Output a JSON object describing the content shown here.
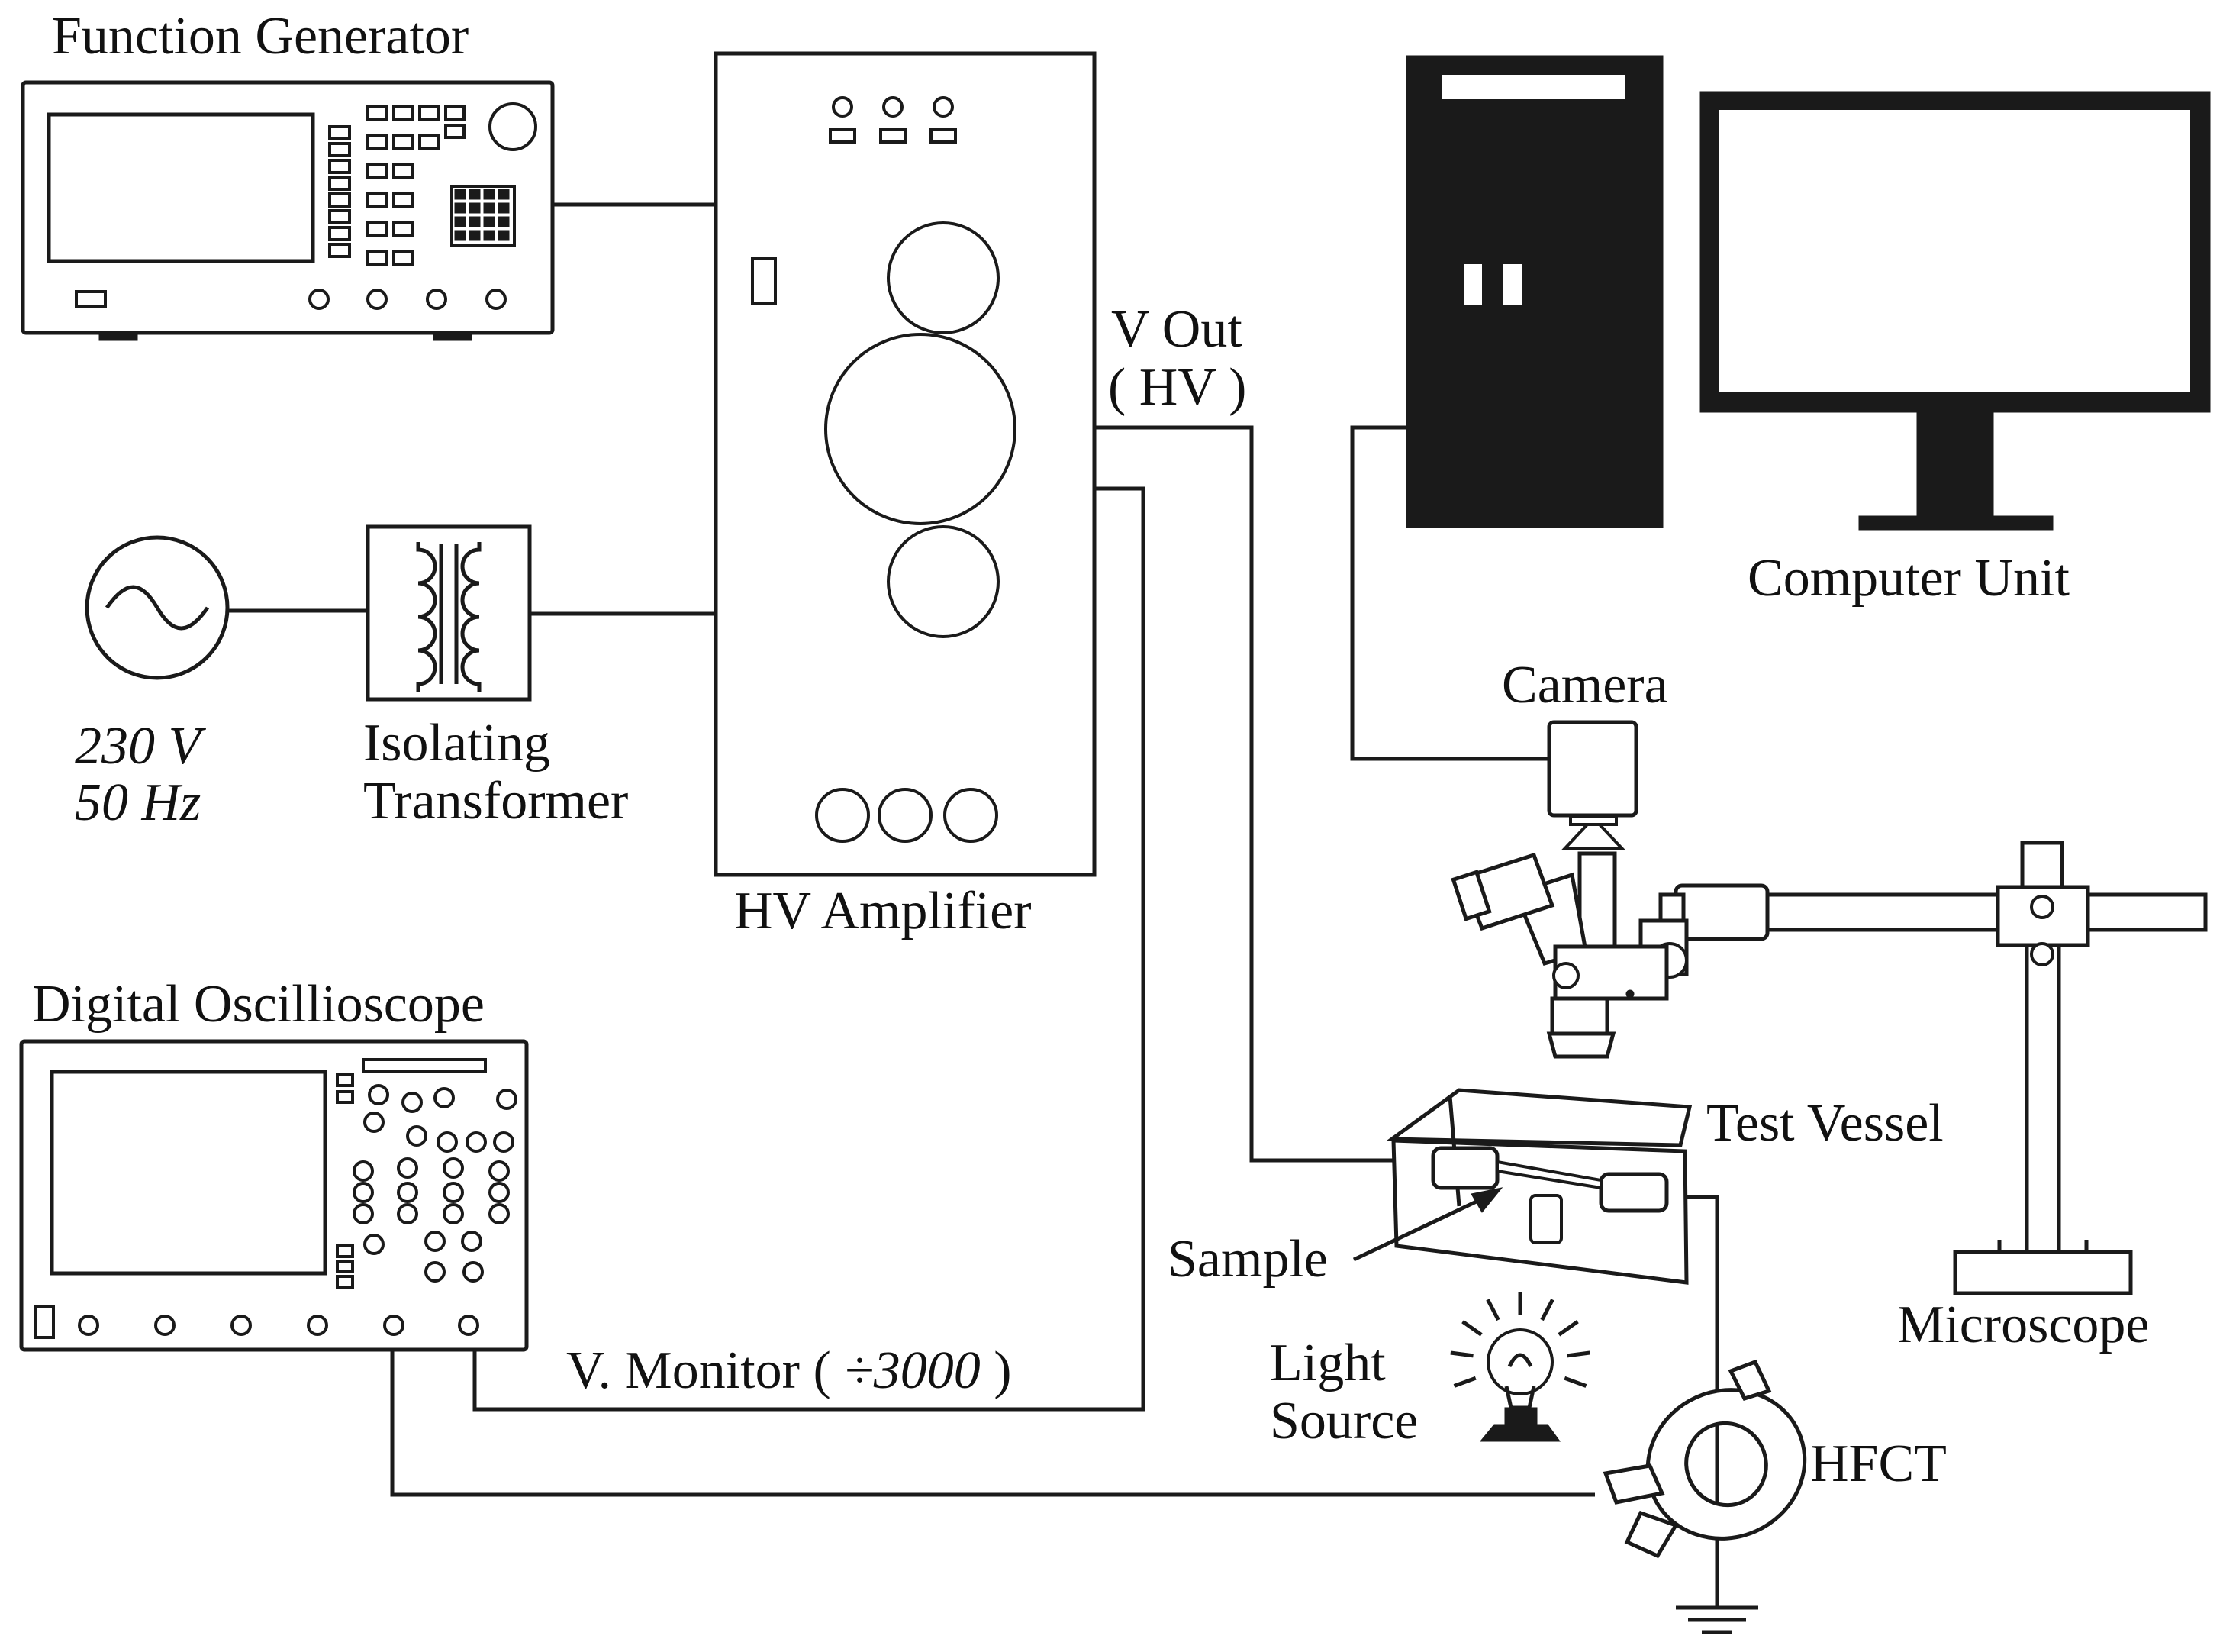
{
  "labels": {
    "function_generator": "Function Generator",
    "hv_amplifier": "HV Amplifier",
    "v_out_line1": "V Out",
    "v_out_line2": "( HV )",
    "computer_unit": "Computer Unit",
    "camera": "Camera",
    "source_voltage": "230 V",
    "source_freq": "50 Hz",
    "isolating_line1": "Isolating",
    "isolating_line2": "Transformer",
    "digital_oscilloscope": "Digital Oscillioscope",
    "v_monitor": "V. Monitor ( ",
    "v_monitor_ratio": "÷3000",
    "v_monitor_close": " )",
    "test_vessel": "Test Vessel",
    "sample": "Sample",
    "light_line1": "Light",
    "light_line2": "Source",
    "microscope": "Microscope",
    "hfct": "HFCT"
  },
  "icons": [
    "function-generator-icon",
    "hv-amplifier-icon",
    "computer-tower-icon",
    "monitor-icon",
    "ac-source-icon",
    "transformer-icon",
    "camera-icon",
    "microscope-icon",
    "oscilloscope-icon",
    "test-vessel-icon",
    "light-bulb-icon",
    "hfct-icon",
    "ground-icon"
  ],
  "colors": {
    "line": "#1a1a1a",
    "background": "#ffffff"
  }
}
